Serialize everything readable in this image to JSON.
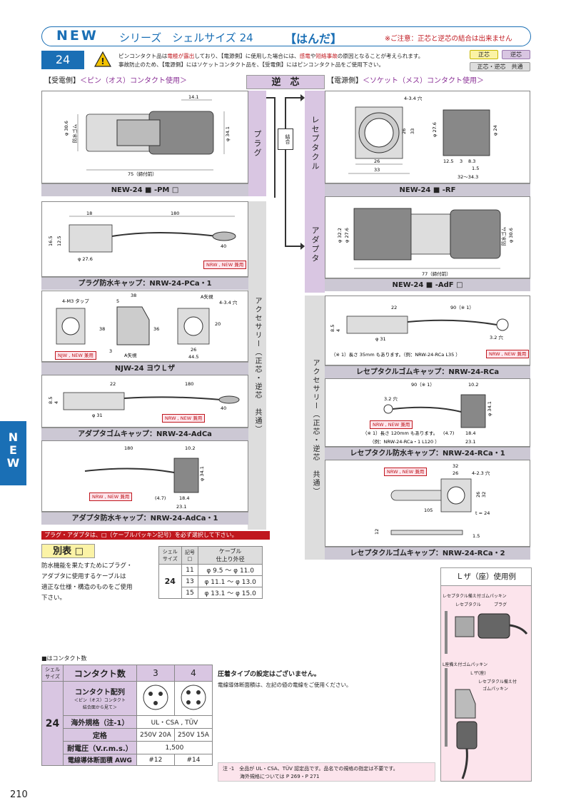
{
  "header": {
    "new": "NEW",
    "series": "シリーズ　シェルサイズ 24",
    "solder": "【はんだ】",
    "note": "※ご注意：正芯と逆芯の結合は出来ません"
  },
  "size_badge": "24",
  "warning": {
    "line1a": "ピンコンタクト品は",
    "line1b": "電極が露出",
    "line1c": "しており、【電源側】に使用した場合には、",
    "line1d": "感電",
    "line1e": "や",
    "line1f": "短絡事故",
    "line1g": "の原因となることが考えられます。",
    "line2": "事故防止のため、【電源側】にはソケットコンタクト品を、【受電側】にはピンコンタクト品をご使用下さい。"
  },
  "legend": {
    "seishin": "正芯",
    "gyakushin": "逆芯",
    "common": "正芯・逆芯　共通"
  },
  "headers": {
    "receive": "【受電側】",
    "receive_sub": "＜ピン（オス）コンタクト使用＞",
    "reverse": "逆　芯",
    "source": "【電源側】",
    "source_sub": "＜ソケット（メス）コンタクト使用＞"
  },
  "vlabels": {
    "plug": "プラグ",
    "receptacle": "レセプタクル",
    "adapter": "アダプタ",
    "accessory_left": "アクセサリー（正芯・逆芯　共通）",
    "accessory_right": "アクセサリー（正芯・逆芯　共通）",
    "mate": "結合"
  },
  "captions": {
    "plug": "NEW-24 ■ -PM □",
    "receptacle": "NEW-24 ■ -RF",
    "adapter": "NEW-24 ■ -AdF □",
    "plug_cap": "プラグ防水キャップ：NRW-24-PCa・1",
    "njw": "NJW-24 ヨウＬザ",
    "adapter_rubber": "アダプタゴムキャップ：NRW-24-AdCa",
    "adapter_wp": "アダプタ防水キャップ：NRW-24-AdCa・1",
    "rec_rubber": "レセプタクルゴムキャップ：NRW-24-RCa",
    "rec_wp": "レセプタクル防水キャップ：NRW-24-RCa・1",
    "rec_rubber2": "レセプタクルゴムキャップ：NRW-24-RCa・2"
  },
  "dims": {
    "plug": [
      "14.1",
      "φ 30.6",
      "防水ゴム",
      "φ 34.1",
      "75（締付前）"
    ],
    "receptacle": [
      "4-3.4 穴",
      "26",
      "33",
      "φ 27.6",
      "φ 24",
      "26",
      "33",
      "12.5",
      "3",
      "8.3",
      "1.5",
      "32〜34.3"
    ],
    "adapter": [
      "φ 32.2",
      "φ 27.6",
      "φ 30.6",
      "防水ゴム",
      "77（締付前）"
    ],
    "plug_cap": [
      "18",
      "180",
      "16.5",
      "12.5",
      "φ 27.6",
      "40"
    ],
    "njw": [
      "4-M3 タップ",
      "38",
      "5",
      "36",
      "38",
      "A矢視",
      "4-3.4 穴",
      "20",
      "26",
      "44.5",
      "3",
      "A矢視"
    ],
    "adapter_rubber": [
      "22",
      "180",
      "8.5",
      "4",
      "φ 31",
      "40"
    ],
    "adapter_wp": [
      "180",
      "10.2",
      "φ 34.1",
      "(4.7)",
      "18.4",
      "23.1"
    ],
    "rec_rubber": [
      "22",
      "90（※ 1）",
      "8.5",
      "4",
      "φ 31",
      "3.2 穴"
    ],
    "rec_rubber_note": "（※ 1）長さ 35mm もあります。（例：NRW-24-RCa L35 ）",
    "rec_wp": [
      "90（※ 1）",
      "10.2",
      "3.2 穴",
      "φ 34.1",
      "(4.7)",
      "18.4",
      "23.1"
    ],
    "rec_wp_note1": "（※ 1）長さ 120mm もあります。",
    "rec_wp_note2": "（例：NRW-24-RCa・1 L120 ）",
    "rec_rubber2": [
      "32",
      "26",
      "4-2.3 穴",
      "26",
      "32",
      "105",
      "t = 24",
      "12",
      "1.5"
    ]
  },
  "nrw_tags": {
    "plug_cap": "NRW , NEW 兼用",
    "njw": "NJW , NEW 兼用",
    "adapter_rubber": "NRW , NEW 兼用",
    "adapter_wp": "NRW , NEW 兼用",
    "rec_rubber": "NRW , NEW 兼用",
    "rec_wp": "NRW , NEW 兼用",
    "rec_rubber2": "NRW , NEW 兼用"
  },
  "select_note": "プラグ・アダプタは、□（ケーブルパッキン記号）を必ず選択して下さい。",
  "beppyo": {
    "title": "別表 □",
    "text": [
      "防水機能を果たすためにプラグ・",
      "アダプタに使用するケーブルは",
      "適正な仕様・構造のものをご使用",
      "下さい。"
    ]
  },
  "cable_table": {
    "h_shell": "シェル",
    "h_size": "サイズ",
    "h_code": "記号",
    "h_code2": "□",
    "h_cable": "ケーブル",
    "h_cable2": "仕上り外径",
    "shell": "24",
    "rows": [
      [
        "11",
        "φ 9.5 〜 φ 11.0"
      ],
      [
        "13",
        "φ 11.1 〜 φ 13.0"
      ],
      [
        "15",
        "φ 13.1 〜 φ 15.0"
      ]
    ]
  },
  "l_usage": {
    "title": "Ｌザ（座）使用例",
    "labels": [
      "レセプタクル備え付ゴムパッキン",
      "レセプタクル",
      "プラグ",
      "L座備え付ゴムパッキン",
      "Ｌザ(座)",
      "レセプタクル備え付",
      "ゴムパッキン"
    ]
  },
  "contact_table": {
    "caption": "■はコンタクト数",
    "h_shell": "シェル",
    "h_size": "サイズ",
    "h_count": "コンタクト数",
    "c3": "3",
    "c4": "4",
    "arr_title": "コンタクト配列",
    "arr_sub1": "＜ピン（オス）コンタクト",
    "arr_sub2": "結合面から見て＞",
    "shell": "24",
    "std_label": "海外規格（注-1）",
    "std_value": "UL・CSA , TÜV",
    "rating_label": "定格",
    "rating3": "250V 20A",
    "rating4": "250V 15A",
    "voltage_label": "耐電圧（V.r.m.s.）",
    "voltage": "1,500",
    "awg_label": "電線導体断面積 AWG",
    "awg3": "#12",
    "awg4": "#14"
  },
  "crimp": {
    "title": "圧着タイプの設定はございません。",
    "text": "電線導体断面積は、左記の値の電線をご使用ください。"
  },
  "footnote": {
    "line1": "注 -1　全品が UL・CSA、TÜV 認定品です。品名での規格の指定は不要です。",
    "line2": "海外規格については P 269・P 271"
  },
  "side_tab": "NEW",
  "page_number": "210"
}
